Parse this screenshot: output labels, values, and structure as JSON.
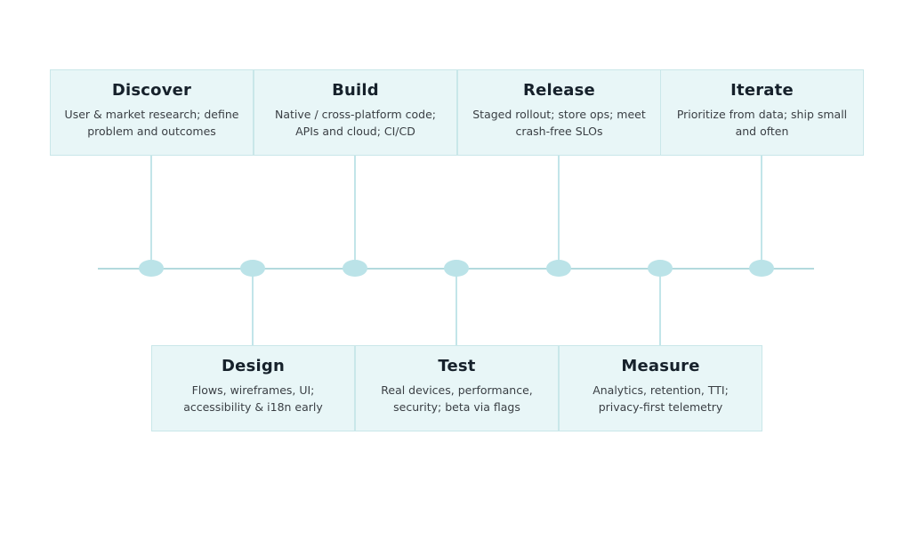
{
  "diagram": {
    "type": "timeline",
    "top_stages": [
      {
        "title": "Discover",
        "description": "User & market research; define problem and outcomes"
      },
      {
        "title": "Build",
        "description": "Native / cross-platform code; APIs and cloud; CI/CD"
      },
      {
        "title": "Release",
        "description": "Staged rollout; store ops; meet crash-free SLOs"
      },
      {
        "title": "Iterate",
        "description": "Prioritize from data; ship small and often"
      }
    ],
    "bottom_stages": [
      {
        "title": "Design",
        "description": "Flows, wireframes, UI; accessibility & i18n early"
      },
      {
        "title": "Test",
        "description": "Real devices, performance, security; beta via flags"
      },
      {
        "title": "Measure",
        "description": "Analytics, retention, TTI; privacy-first telemetry"
      }
    ],
    "colors": {
      "box_bg": "#e8f6f7",
      "box_border": "#c9e7e9",
      "timeline_line": "#b3dade",
      "node_fill": "#bbe3e8",
      "title_text": "#16212b",
      "body_text": "#3a3f44"
    }
  }
}
